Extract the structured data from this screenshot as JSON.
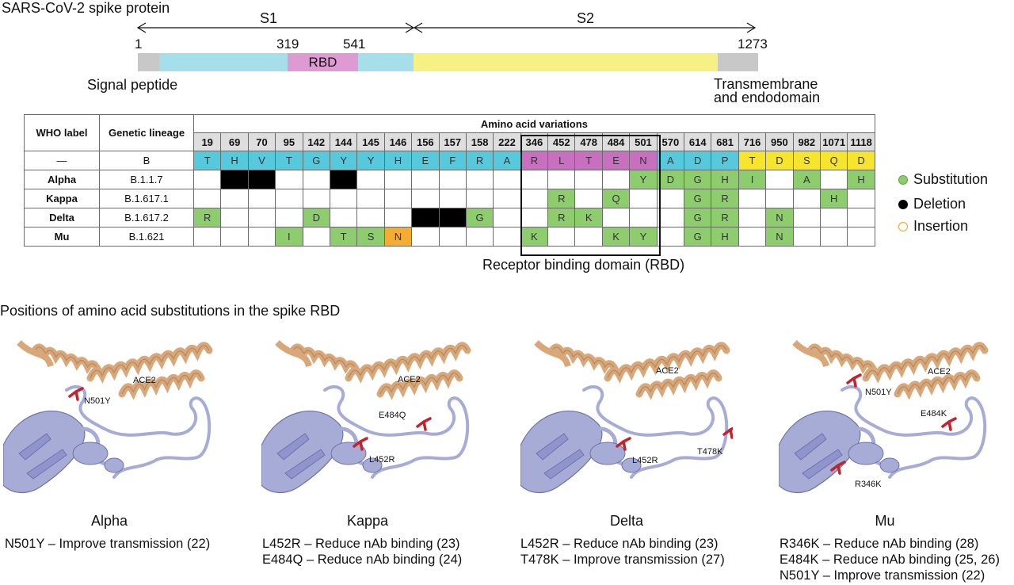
{
  "domain": {
    "title": "SARS-CoV-2 spike protein",
    "s1_label": "S1",
    "s2_label": "S2",
    "pos_start": "1",
    "pos_rbd_start": "319",
    "pos_rbd_end": "541",
    "pos_end": "1273",
    "rbd_label": "RBD",
    "signal_peptide": "Signal peptide",
    "transmembrane_line1": "Transmembrane",
    "transmembrane_line2": "and endodomain",
    "colors": {
      "signal": "#c8c8c8",
      "s1": "#a6dfe9",
      "rbd": "#dd9ad3",
      "s2": "#f7f084",
      "tm": "#c8c8c8"
    }
  },
  "table": {
    "col_who": "WHO label",
    "col_lineage": "Genetic lineage",
    "col_variations": "Amino acid variations",
    "positions": [
      "19",
      "69",
      "70",
      "95",
      "142",
      "144",
      "145",
      "146",
      "156",
      "157",
      "158",
      "222",
      "346",
      "452",
      "478",
      "484",
      "501",
      "570",
      "614",
      "681",
      "716",
      "950",
      "982",
      "1071",
      "1118"
    ],
    "reference": {
      "label": "—",
      "lineage": "B",
      "residues": [
        "T",
        "H",
        "V",
        "T",
        "G",
        "Y",
        "Y",
        "H",
        "E",
        "F",
        "R",
        "A",
        "R",
        "L",
        "T",
        "E",
        "N",
        "A",
        "D",
        "P",
        "T",
        "D",
        "S",
        "Q",
        "D"
      ],
      "colors": [
        "cyan",
        "cyan",
        "cyan",
        "cyan",
        "cyan",
        "cyan",
        "cyan",
        "cyan",
        "cyan",
        "cyan",
        "cyan",
        "cyan",
        "mag",
        "mag",
        "mag",
        "mag",
        "mag",
        "cyan",
        "cyan",
        "cyan",
        "yel",
        "yel",
        "yel",
        "yel",
        "yel"
      ]
    },
    "rows": [
      {
        "label": "Alpha",
        "lineage": "B.1.1.7",
        "cells": [
          [
            "",
            ""
          ],
          [
            "",
            "del"
          ],
          [
            "",
            "del"
          ],
          [
            "",
            ""
          ],
          [
            "",
            ""
          ],
          [
            "",
            "del"
          ],
          [
            "",
            ""
          ],
          [
            "",
            ""
          ],
          [
            "",
            ""
          ],
          [
            "",
            ""
          ],
          [
            "",
            ""
          ],
          [
            "",
            ""
          ],
          [
            "",
            ""
          ],
          [
            "",
            ""
          ],
          [
            "",
            ""
          ],
          [
            "",
            ""
          ],
          [
            "Y",
            "sub"
          ],
          [
            "D",
            "sub"
          ],
          [
            "G",
            "sub"
          ],
          [
            "H",
            "sub"
          ],
          [
            "I",
            "sub"
          ],
          [
            "",
            ""
          ],
          [
            "A",
            "sub"
          ],
          [
            "",
            ""
          ],
          [
            "H",
            "sub"
          ]
        ]
      },
      {
        "label": "Kappa",
        "lineage": "B.1.617.1",
        "cells": [
          [
            "",
            ""
          ],
          [
            "",
            ""
          ],
          [
            "",
            ""
          ],
          [
            "",
            ""
          ],
          [
            "",
            ""
          ],
          [
            "",
            ""
          ],
          [
            "",
            ""
          ],
          [
            "",
            ""
          ],
          [
            "",
            ""
          ],
          [
            "",
            ""
          ],
          [
            "",
            ""
          ],
          [
            "",
            ""
          ],
          [
            "",
            ""
          ],
          [
            "R",
            "sub"
          ],
          [
            "",
            ""
          ],
          [
            "Q",
            "sub"
          ],
          [
            "",
            ""
          ],
          [
            "",
            ""
          ],
          [
            "G",
            "sub"
          ],
          [
            "R",
            "sub"
          ],
          [
            "",
            ""
          ],
          [
            "",
            ""
          ],
          [
            "",
            ""
          ],
          [
            "H",
            "sub"
          ],
          [
            "",
            ""
          ]
        ]
      },
      {
        "label": "Delta",
        "lineage": "B.1.617.2",
        "cells": [
          [
            "R",
            "sub"
          ],
          [
            "",
            ""
          ],
          [
            "",
            ""
          ],
          [
            "",
            ""
          ],
          [
            "D",
            "sub"
          ],
          [
            "",
            ""
          ],
          [
            "",
            ""
          ],
          [
            "",
            ""
          ],
          [
            "",
            "del"
          ],
          [
            "",
            "del"
          ],
          [
            "G",
            "sub"
          ],
          [
            "",
            ""
          ],
          [
            "",
            ""
          ],
          [
            "R",
            "sub"
          ],
          [
            "K",
            "sub"
          ],
          [
            "",
            ""
          ],
          [
            "",
            ""
          ],
          [
            "",
            ""
          ],
          [
            "G",
            "sub"
          ],
          [
            "R",
            "sub"
          ],
          [
            "",
            ""
          ],
          [
            "N",
            "sub"
          ],
          [
            "",
            ""
          ],
          [
            "",
            ""
          ],
          [
            "",
            ""
          ]
        ]
      },
      {
        "label": "Mu",
        "lineage": "B.1.621",
        "cells": [
          [
            "",
            ""
          ],
          [
            "",
            ""
          ],
          [
            "",
            ""
          ],
          [
            "I",
            "sub"
          ],
          [
            "",
            ""
          ],
          [
            "T",
            "sub"
          ],
          [
            "S",
            "sub"
          ],
          [
            "N",
            "ins"
          ],
          [
            "",
            ""
          ],
          [
            "",
            ""
          ],
          [
            "",
            ""
          ],
          [
            "",
            ""
          ],
          [
            "K",
            "sub"
          ],
          [
            "",
            ""
          ],
          [
            "",
            ""
          ],
          [
            "K",
            "sub"
          ],
          [
            "Y",
            "sub"
          ],
          [
            "",
            ""
          ],
          [
            "G",
            "sub"
          ],
          [
            "H",
            "sub"
          ],
          [
            "",
            ""
          ],
          [
            "N",
            "sub"
          ],
          [
            "",
            ""
          ],
          [
            "",
            ""
          ],
          [
            "",
            ""
          ]
        ]
      }
    ],
    "rbd_caption": "Receptor binding domain (RBD)"
  },
  "legend": [
    {
      "label": "Substitution",
      "color": "#7fc45e"
    },
    {
      "label": "Deletion",
      "color": "#000000"
    },
    {
      "label": "Insertion",
      "color": "#f0a21c"
    }
  ],
  "section_title": "Positions of amino acid substitutions in the spike RBD",
  "panels": [
    {
      "name": "Alpha",
      "ace2": "ACE2",
      "labels": [
        "N501Y"
      ],
      "descriptions": [
        "N501Y – Improve transmission (22)"
      ]
    },
    {
      "name": "Kappa",
      "ace2": "ACE2",
      "labels": [
        "E484Q",
        "L452R"
      ],
      "descriptions": [
        "L452R – Reduce nAb binding (23)",
        "E484Q – Reduce nAb binding (24)"
      ]
    },
    {
      "name": "Delta",
      "ace2": "ACE2",
      "labels": [
        "L452R",
        "T478K"
      ],
      "descriptions": [
        "L452R – Reduce nAb binding (23)",
        "T478K – Improve transmission (27)"
      ]
    },
    {
      "name": "Mu",
      "ace2": "ACE2",
      "labels": [
        "N501Y",
        "E484K",
        "R346K"
      ],
      "descriptions": [
        "R346K – Reduce nAb binding (28)",
        "E484K – Reduce nAb binding (25, 26)",
        "N501Y – Improve transmission (22)"
      ]
    }
  ]
}
